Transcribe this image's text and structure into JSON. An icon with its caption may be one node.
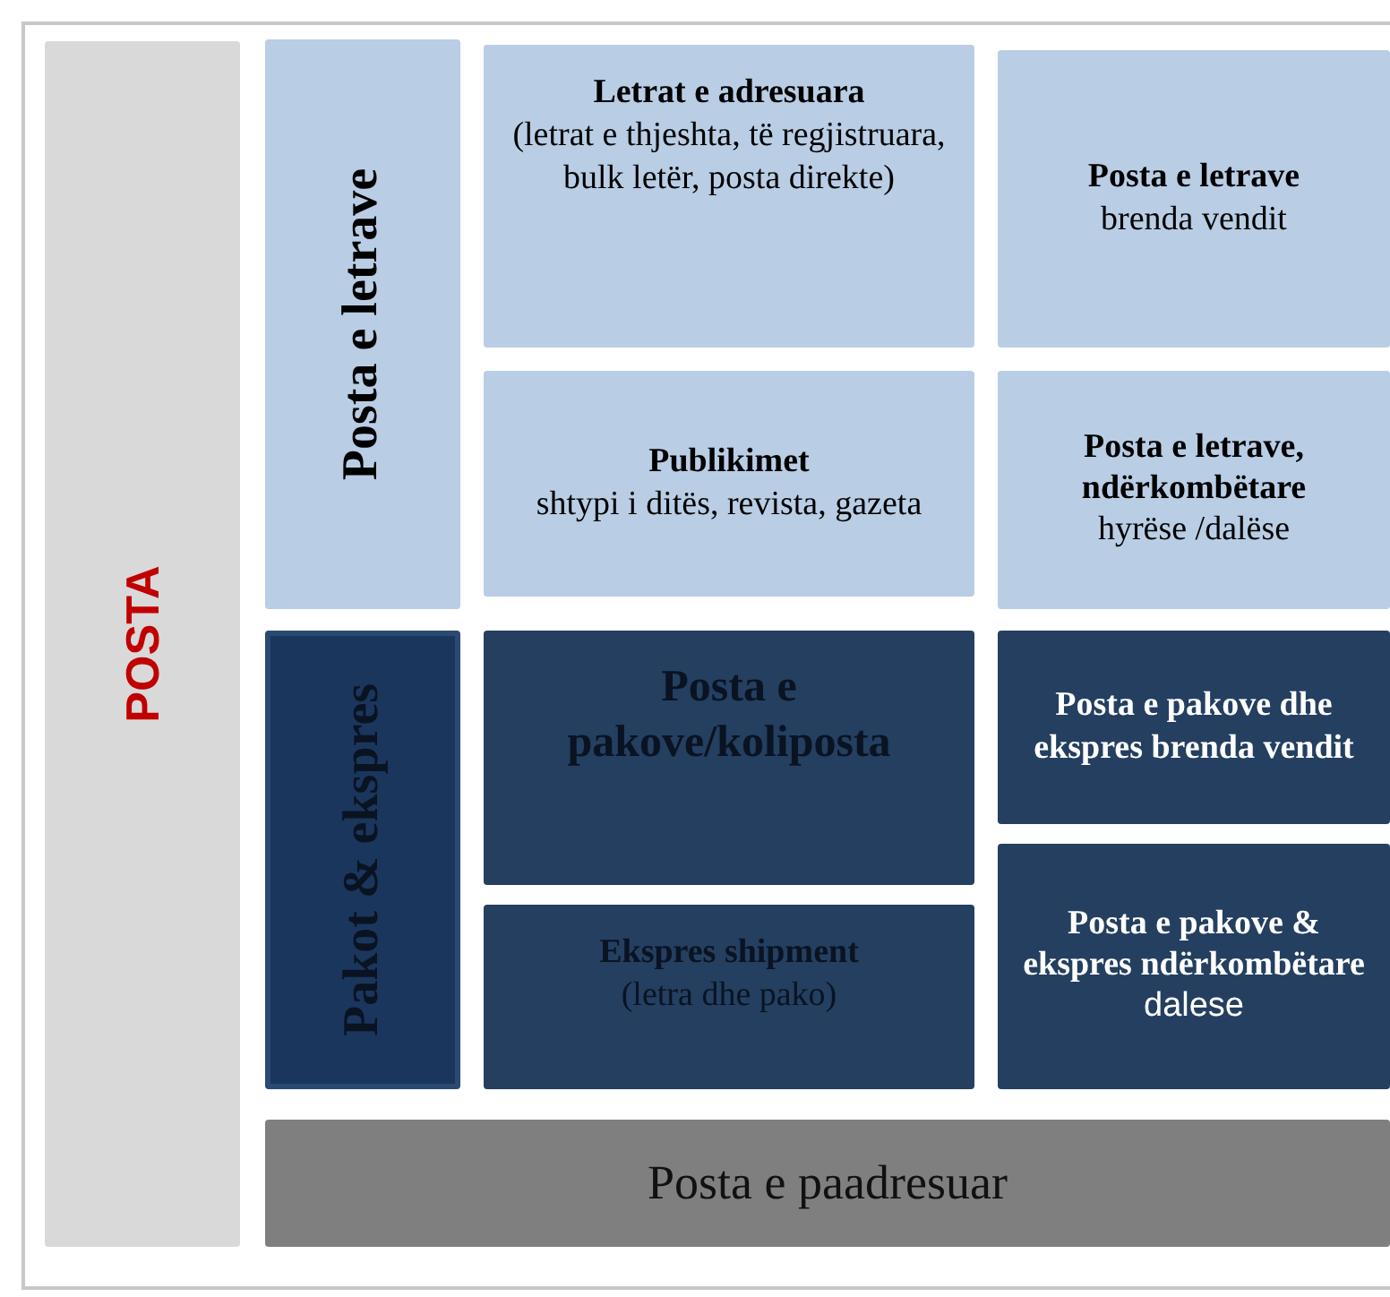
{
  "diagram": {
    "nodes": [
      {
        "text": [
          "POSTA"
        ]
      },
      {
        "text": [
          "Posta e letrave"
        ]
      },
      {
        "text": [
          "Letrat e adresuara",
          "(letrat e thjeshta, të regjistruara, bulk letër, posta direkte)"
        ]
      },
      {
        "text": [
          "Posta e letrave",
          "brenda vendit"
        ]
      },
      {
        "text": [
          "Publikimet",
          "shtypi i ditës, revista, gazeta"
        ]
      },
      {
        "text": [
          "Posta e letrave, ndërkombëtare",
          "hyrëse /dalëse"
        ]
      },
      {
        "text": [
          "Pakot & ekspres"
        ]
      },
      {
        "text": [
          "Posta e pakove/koliposta"
        ]
      },
      {
        "text": [
          "Posta e pakove dhe ekspres brenda vendit"
        ]
      },
      {
        "text": [
          "Ekspres shipment",
          "(letra dhe pako)"
        ]
      },
      {
        "text": [
          "Posta e pakove & ekspres ndërkombëtare",
          "dalese"
        ]
      },
      {
        "text": [
          "Posta e paadresuar"
        ]
      }
    ]
  }
}
